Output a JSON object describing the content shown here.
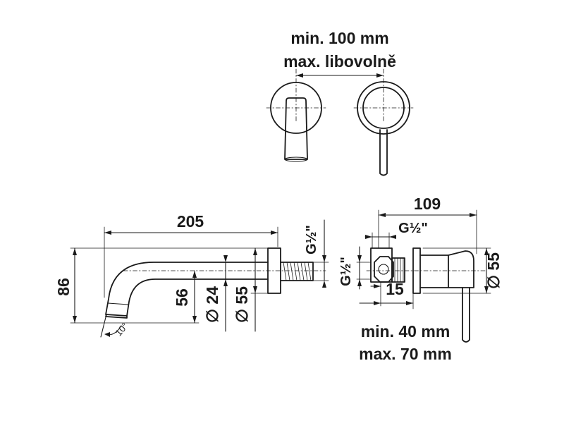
{
  "top_view": {
    "spacing_min": "min. 100 mm",
    "spacing_max": "max. libovolně"
  },
  "spout": {
    "length": "205",
    "height_total": "86",
    "height_axis": "56",
    "diameter_outlet": "∅ 24",
    "diameter_rosette": "∅ 55",
    "thread": "G½\"",
    "angle": "10°"
  },
  "mixer": {
    "depth": "109",
    "thread_top": "G½\"",
    "thread_side": "G½\"",
    "offset": "15",
    "diameter_rosette": "∅ 55",
    "install_min": "min. 40 mm",
    "install_max": "max. 70 mm"
  }
}
